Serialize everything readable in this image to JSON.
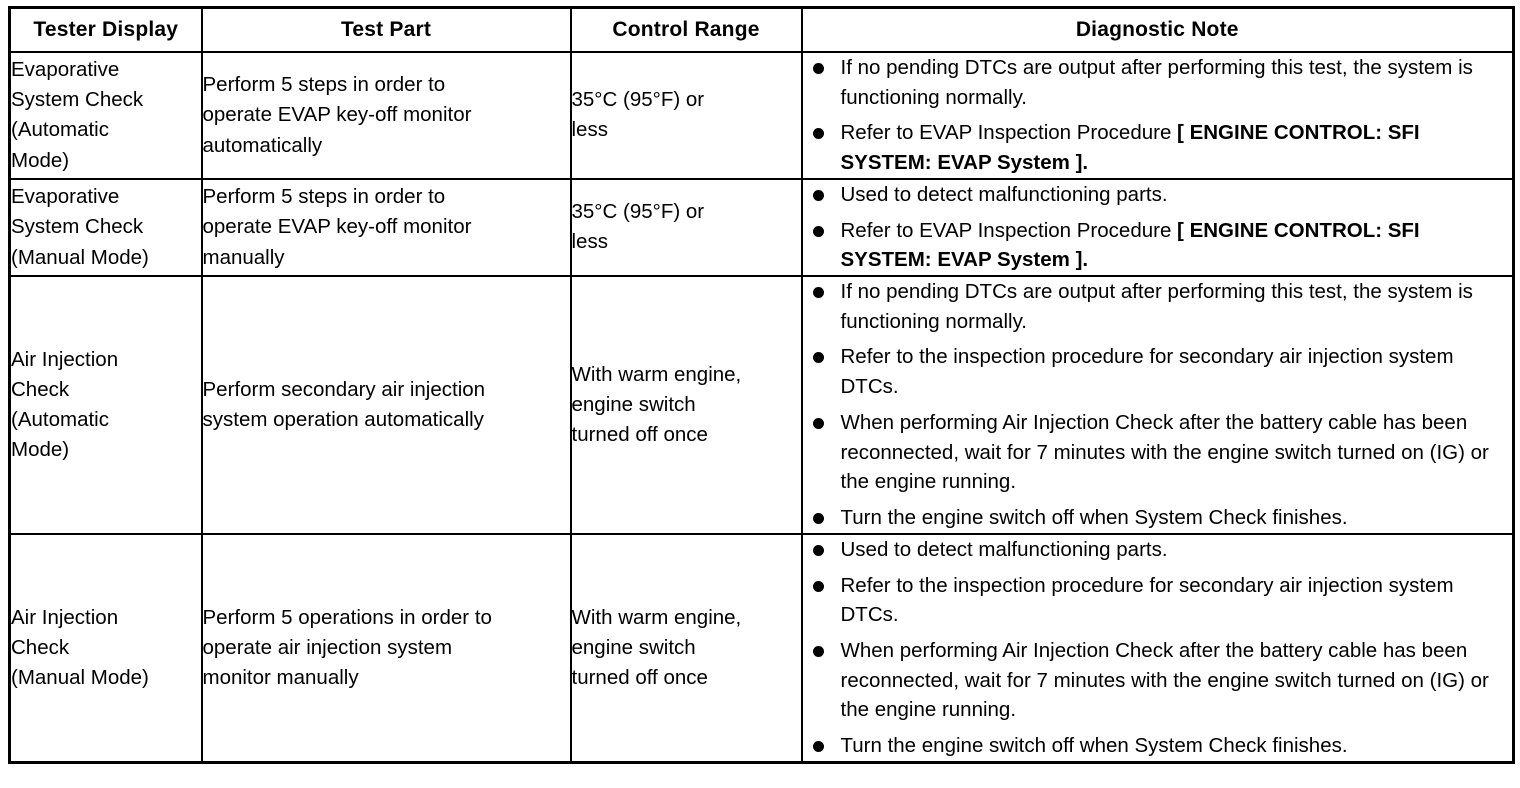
{
  "table": {
    "name": "tester-display-diagnostic-table",
    "columns": [
      {
        "key": "tester_display",
        "label": "Tester Display"
      },
      {
        "key": "test_part",
        "label": "Test Part"
      },
      {
        "key": "control_range",
        "label": "Control Range"
      },
      {
        "key": "diagnostic_note",
        "label": "Diagnostic Note"
      }
    ],
    "rows": [
      {
        "tester_display": "Evaporative\nSystem Check\n(Automatic\nMode)",
        "test_part": "Perform 5 steps in order to\noperate EVAP key-off monitor\nautomatically",
        "control_range": "35°C (95°F) or\nless",
        "notes": [
          {
            "text": "If no pending DTCs are output after performing this test, the system is functioning normally.",
            "bold_text": ""
          },
          {
            "text": "Refer to EVAP Inspection Procedure ",
            "bold_text": "[ ENGINE CONTROL: SFI SYSTEM: EVAP System ]."
          }
        ]
      },
      {
        "tester_display": "Evaporative\nSystem Check\n(Manual Mode)",
        "test_part": "Perform 5 steps in order to\noperate EVAP key-off monitor\nmanually",
        "control_range": "35°C (95°F) or\nless",
        "notes": [
          {
            "text": "Used to detect malfunctioning parts.",
            "bold_text": ""
          },
          {
            "text": "Refer to EVAP Inspection Procedure ",
            "bold_text": "[ ENGINE CONTROL: SFI SYSTEM: EVAP System ]."
          }
        ]
      },
      {
        "tester_display": "Air Injection\nCheck\n(Automatic\nMode)",
        "test_part": "Perform secondary air injection\nsystem operation automatically",
        "control_range": "With warm engine,\nengine switch\nturned off once",
        "notes": [
          {
            "text": "If no pending DTCs are output after performing this test, the system is functioning normally.",
            "bold_text": ""
          },
          {
            "text": "Refer to the inspection procedure for secondary air injection system DTCs.",
            "bold_text": ""
          },
          {
            "text": "When performing Air Injection Check after the battery cable has been reconnected, wait for 7 minutes with the engine switch turned on (IG) or the engine running.",
            "bold_text": ""
          },
          {
            "text": "Turn the engine switch off when System Check finishes.",
            "bold_text": ""
          }
        ]
      },
      {
        "tester_display": "Air Injection\nCheck\n(Manual Mode)",
        "test_part": "Perform 5 operations in order to\noperate air injection system\nmonitor manually",
        "control_range": "With warm engine,\nengine switch\nturned off once",
        "notes": [
          {
            "text": "Used to detect malfunctioning parts.",
            "bold_text": ""
          },
          {
            "text": "Refer to the inspection procedure for secondary air injection system DTCs.",
            "bold_text": ""
          },
          {
            "text": "When performing Air Injection Check after the battery cable has been reconnected, wait for 7 minutes with the engine switch turned on (IG) or the engine running.",
            "bold_text": ""
          },
          {
            "text": "Turn the engine switch off when System Check finishes.",
            "bold_text": ""
          }
        ]
      }
    ]
  },
  "colors": {
    "border": "#000000",
    "text": "#000000",
    "background": "#ffffff"
  }
}
